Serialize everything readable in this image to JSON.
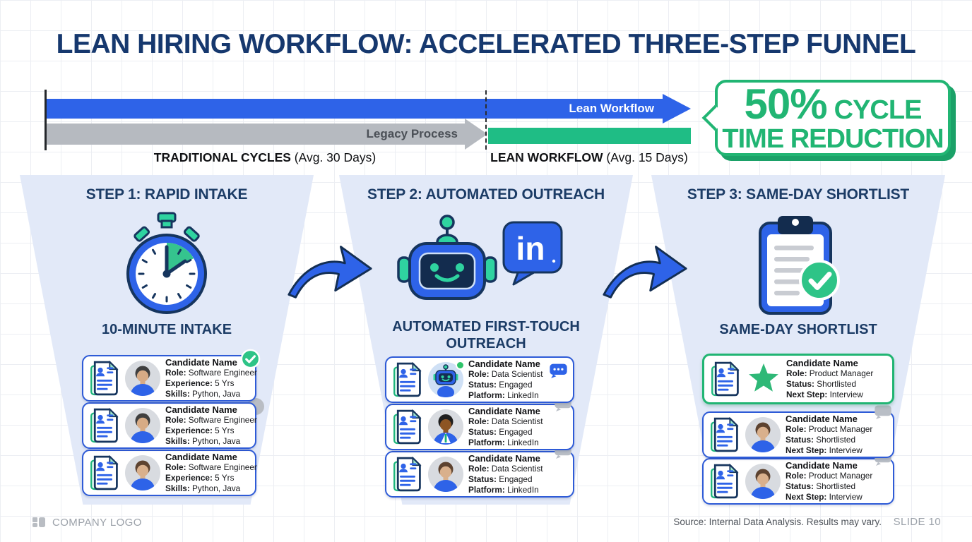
{
  "title": "LEAN HIRING WORKFLOW: ACCELERATED THREE-STEP FUNNEL",
  "timeline": {
    "lean_arrow_label": "Lean Workflow",
    "legacy_arrow_label": "Legacy Process",
    "traditional_caption_bold": "TRADITIONAL CYCLES",
    "traditional_caption_rest": " (Avg. 30 Days)",
    "lean_caption_bold": "LEAN WORKFLOW",
    "lean_caption_rest": " (Avg. 15 Days)",
    "badge": {
      "percent": "50%",
      "word": "CYCLE",
      "line2": "TIME REDUCTION"
    }
  },
  "steps": [
    {
      "header": "STEP 1: RAPID INTAKE",
      "icon": "stopwatch-icon",
      "caption": "10-MINUTE INTAKE",
      "cards": [
        {
          "name": "Candidate Name",
          "lines": [
            {
              "label": "Role:",
              "value": "Software Engineer"
            },
            {
              "label": "Experience:",
              "value": "5 Yrs"
            },
            {
              "label": "Skills:",
              "value": "Python, Java"
            }
          ]
        },
        {
          "name": "Candidate Name",
          "lines": [
            {
              "label": "Role:",
              "value": "Software Engineer"
            },
            {
              "label": "Experience:",
              "value": "5 Yrs"
            },
            {
              "label": "Skills:",
              "value": "Python, Java"
            }
          ]
        },
        {
          "name": "Candidate Name",
          "lines": [
            {
              "label": "Role:",
              "value": "Software Engineer"
            },
            {
              "label": "Experience:",
              "value": "5 Yrs"
            },
            {
              "label": "Skills:",
              "value": "Python, Java"
            }
          ]
        }
      ]
    },
    {
      "header": "STEP 2: AUTOMATED OUTREACH",
      "icon": "robot-icon linkedin-bubble-icon",
      "caption": "AUTOMATED FIRST-TOUCH OUTREACH",
      "cards": [
        {
          "name": "Candidate Name",
          "lines": [
            {
              "label": "Role:",
              "value": "Data Scientist"
            },
            {
              "label": "Status:",
              "value": "Engaged"
            },
            {
              "label": "Platform:",
              "value": "LinkedIn"
            }
          ]
        },
        {
          "name": "Candidate Name",
          "lines": [
            {
              "label": "Role:",
              "value": "Data Scientist"
            },
            {
              "label": "Status:",
              "value": "Engaged"
            },
            {
              "label": "Platform:",
              "value": "LinkedIn"
            }
          ]
        },
        {
          "name": "Candidate Name",
          "lines": [
            {
              "label": "Role:",
              "value": "Data Scientist"
            },
            {
              "label": "Status:",
              "value": "Engaged"
            },
            {
              "label": "Platform:",
              "value": "LinkedIn"
            }
          ]
        }
      ]
    },
    {
      "header": "STEP 3: SAME-DAY SHORTLIST",
      "icon": "clipboard-check-icon",
      "caption": "SAME-DAY SHORTLIST",
      "cards": [
        {
          "name": "Candidate Name",
          "lines": [
            {
              "label": "Role:",
              "value": "Product Manager"
            },
            {
              "label": "Status:",
              "value": "Shortlisted"
            },
            {
              "label": "Next Step:",
              "value": "Interview"
            }
          ]
        },
        {
          "name": "Candidate Name",
          "lines": [
            {
              "label": "Role:",
              "value": "Product Manager"
            },
            {
              "label": "Status:",
              "value": "Shortlisted"
            },
            {
              "label": "Next Step:",
              "value": "Interview"
            }
          ]
        },
        {
          "name": "Candidate Name",
          "lines": [
            {
              "label": "Role:",
              "value": "Product Manager"
            },
            {
              "label": "Status:",
              "value": "Shortlisted"
            },
            {
              "label": "Next Step:",
              "value": "Interview"
            }
          ]
        }
      ]
    }
  ],
  "linkedin": {
    "logo_text": "in"
  },
  "footer": {
    "company": "COMPANY LOGO",
    "source": "Source: Internal Data Analysis. Results may vary.",
    "slide": "SLIDE 10"
  },
  "colors": {
    "brand_blue": "#2e63e8",
    "outline_navy": "#16355e",
    "title_navy": "#16386e",
    "green_text": "#21b573",
    "green_bar": "#1fbd85",
    "mint_accent": "#2fd3a0",
    "gray_arrow": "#b6bac0",
    "funnel_bg": "#e2e9f8"
  }
}
